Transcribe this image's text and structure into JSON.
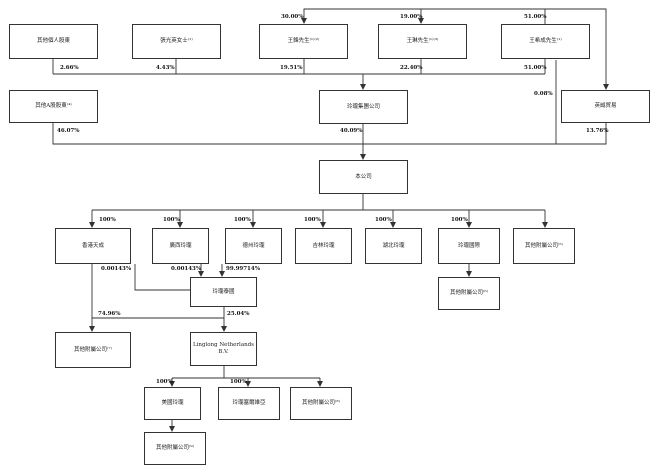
{
  "entities": {
    "other_individual_shareholders": "其他個人股東",
    "ms_zhang_guangying": "張光英女士⁽¹⁾",
    "mr_wang_feng": "王鋒先生⁽¹⁾⁽²⁾",
    "mr_wang_lin": "王琳先生⁽¹⁾⁽³⁾",
    "mr_wang_xicheng": "王希成先生⁽¹⁾",
    "other_a_shareholders": "其他A股股東⁽⁴⁾",
    "linglong_group": "玲瓏集團公司",
    "yingcheng_trade": "英誠貿易",
    "the_company": "本公司",
    "hk_tiancheng": "香港天成",
    "guangxi_linglong": "廣西玲瓏",
    "dezhou_linglong": "德州玲瓏",
    "jilin_linglong": "吉林玲瓏",
    "hubei_linglong": "湖北玲瓏",
    "linglong_international": "玲瓏國際",
    "other_subsidiaries_1": "其他附屬公司⁽⁵⁾",
    "linglong_thailand": "玲瓏泰國",
    "other_subsidiaries_2": "其他附屬公司⁽⁶⁾",
    "other_subsidiaries_3": "其他附屬公司⁽⁷⁾",
    "linglong_netherlands": "Linglong Netherlands B.V.",
    "linglong_usa": "美國玲瓏",
    "linglong_serbia": "玲瓏塞爾維亞",
    "other_subsidiaries_4": "其他附屬公司⁽⁸⁾",
    "other_subsidiaries_5": "其他附屬公司⁽⁹⁾"
  },
  "percentages": {
    "p_30": "30.00%",
    "p_19": "19.00%",
    "p_51_top": "51.00%",
    "p_266": "2.66%",
    "p_443": "4.43%",
    "p_1951": "19.51%",
    "p_2240": "22.40%",
    "p_51_bottom": "51.00%",
    "p_008": "0.08%",
    "p_4607": "46.07%",
    "p_4009": "40.09%",
    "p_1376": "13.76%",
    "p_100_hk": "100%",
    "p_100_gx": "100%",
    "p_100_dz": "100%",
    "p_100_jl": "100%",
    "p_100_hb": "100%",
    "p_100_intl": "100%",
    "p_000143_hk": "0.00143%",
    "p_000143_gx": "0.00143%",
    "p_9999714": "99.99714%",
    "p_7496": "74.96%",
    "p_2504": "25.04%",
    "p_100_us": "100%",
    "p_100_rs": "100%"
  }
}
